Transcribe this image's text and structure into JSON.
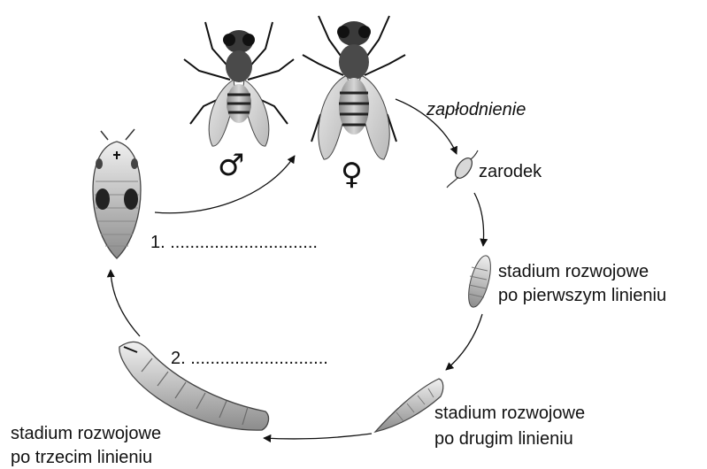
{
  "male_symbol": "♂",
  "female_symbol": "♀",
  "fertilization_label": "zapłodnienie",
  "embryo_label": "zarodek",
  "stage1": {
    "line1": "stadium rozwojowe",
    "line2": "po pierwszym linieniu"
  },
  "stage2": {
    "line1": "stadium rozwojowe",
    "line2": "po drugim linieniu"
  },
  "stage3": {
    "line1": "stadium rozwojowe",
    "line2": "po trzecim linieniu"
  },
  "blank1": "1. ..............................",
  "blank2": "2. ............................",
  "icons": [
    "male-fly-icon",
    "female-fly-icon",
    "embryo-icon",
    "larva-1-icon",
    "larva-2-icon",
    "larva-3-icon",
    "pupa-icon"
  ]
}
